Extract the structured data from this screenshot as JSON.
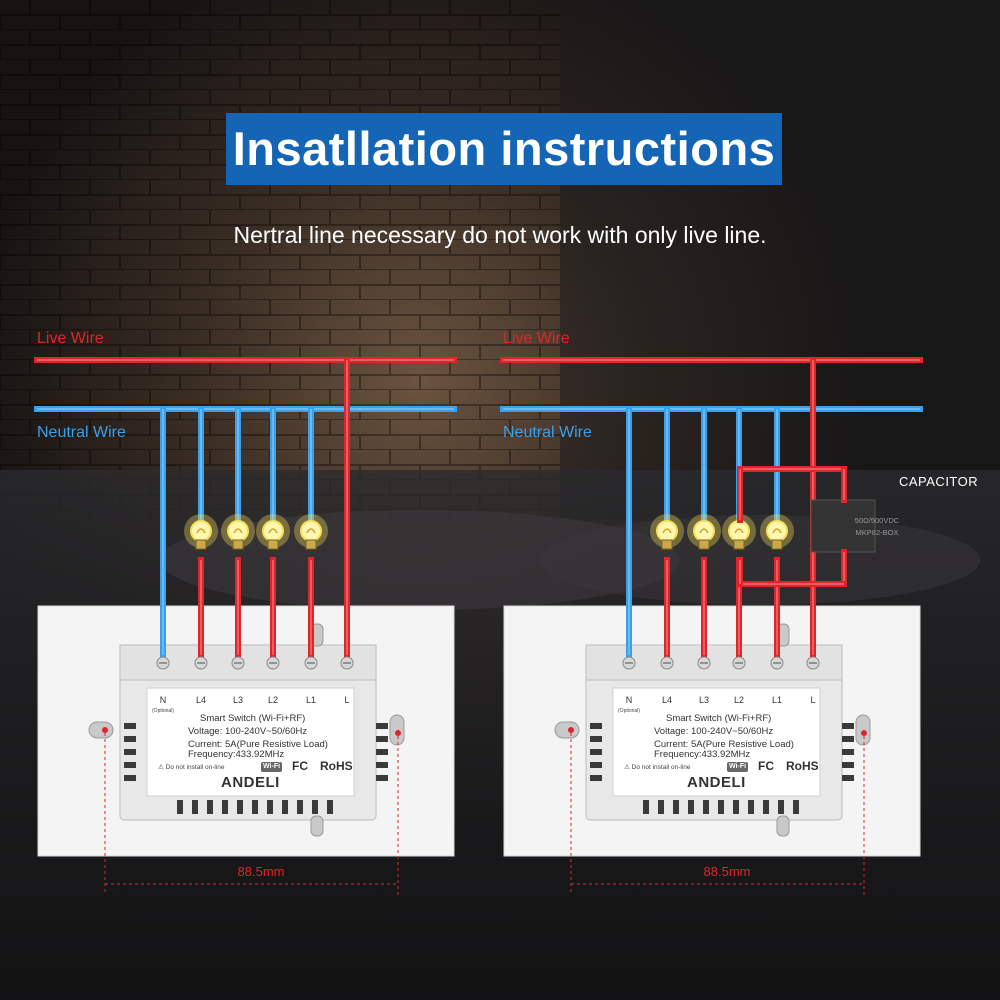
{
  "header": {
    "title": "Insatllation instructions",
    "subtitle": "Nertral line necessary do not work with only live line."
  },
  "diagrams": [
    {
      "live_label": "Live Wire",
      "neutral_label": "Neutral Wire",
      "terminals": [
        "N",
        "L4",
        "L3",
        "L2",
        "L1",
        "L"
      ],
      "optional_note": "(Optional)",
      "spec_title": "Smart Switch (Wi-Fi+RF)",
      "spec_voltage": "Voltage: 100-240V~50/60Hz",
      "spec_current": "Current: 5A(Pure Resistive Load)",
      "spec_frequency": "Frequency:433.92MHz",
      "warning": "Do not install on-line",
      "wifi": "Wi-Fi",
      "fc": "FC",
      "rohs": "RoHS",
      "brand": "ANDELI",
      "dimension": "88.5mm"
    },
    {
      "live_label": "Live Wire",
      "neutral_label": "Neutral Wire",
      "terminals": [
        "N",
        "L4",
        "L3",
        "L2",
        "L1",
        "L"
      ],
      "optional_note": "(Optional)",
      "spec_title": "Smart Switch (Wi-Fi+RF)",
      "spec_voltage": "Voltage: 100-240V~50/60Hz",
      "spec_current": "Current: 5A(Pure Resistive Load)",
      "spec_frequency": "Frequency:433.92MHz",
      "warning": "Do not install on-line",
      "wifi": "Wi-Fi",
      "fc": "FC",
      "rohs": "RoHS",
      "brand": "ANDELI",
      "dimension": "88.5mm",
      "capacitor_label": "CAPACITOR",
      "capacitor_spec_1": "50Ω/500VDC",
      "capacitor_spec_2": "MKP82-BOX"
    }
  ],
  "colors": {
    "live": "#e0252a",
    "neutral": "#3ba0ea",
    "title_bg": "#1565b6",
    "bulb": "#f6e05a"
  },
  "icons": [
    "light-bulb-icon",
    "wifi-icon",
    "warning-icon"
  ]
}
